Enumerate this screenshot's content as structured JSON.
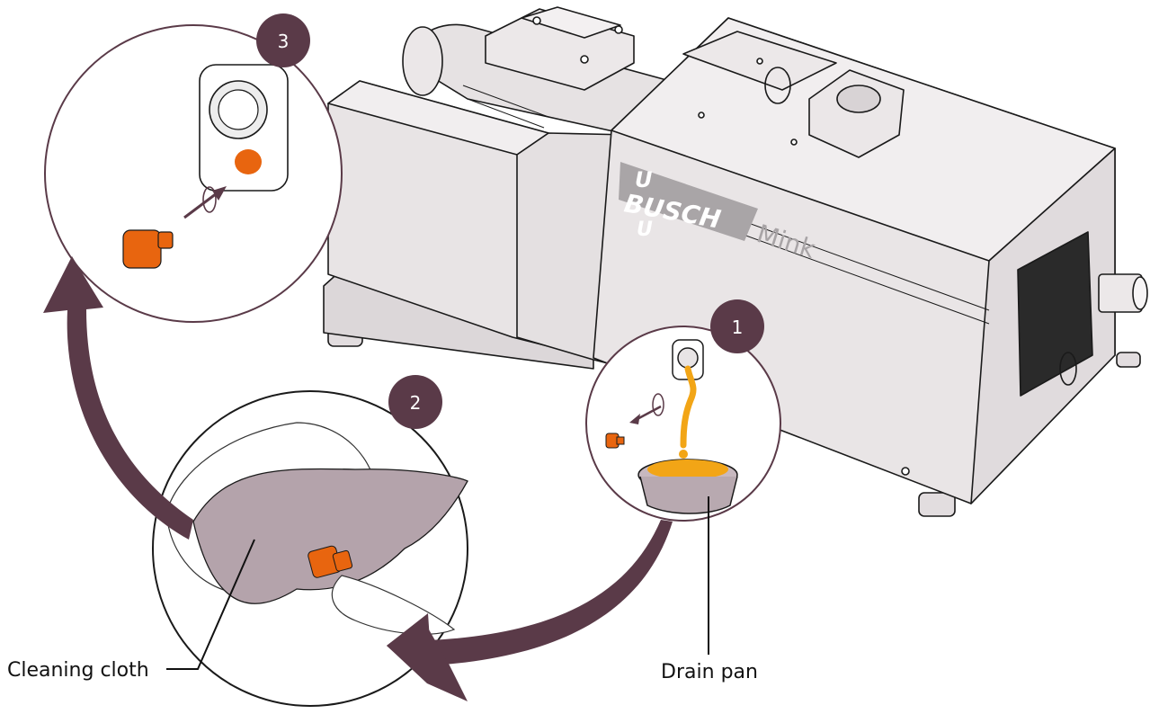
{
  "brand": {
    "name_top": "U",
    "name_main": "BUSCH",
    "name_bottom": "U",
    "model": "Mink"
  },
  "steps": [
    {
      "number": "1"
    },
    {
      "number": "2"
    },
    {
      "number": "3"
    }
  ],
  "labels": {
    "cleaning_cloth": "Cleaning cloth",
    "drain_pan": "Drain pan"
  },
  "colors": {
    "accent": "#5a3a48",
    "plug": "#e8650f",
    "oil": "#f2a516",
    "body": "#e9e5e6",
    "cloth": "#b4a3ab",
    "outline": "#1a1a1a"
  }
}
